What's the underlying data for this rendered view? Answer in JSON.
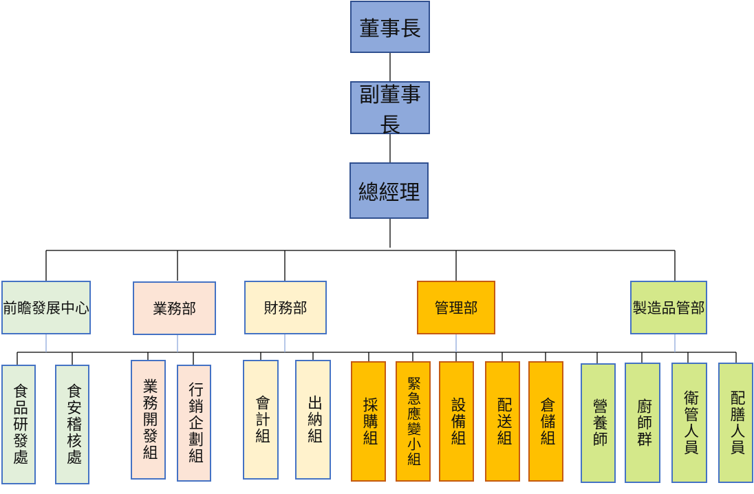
{
  "top": {
    "chairman": "董事長",
    "vice_chairman": "副董事長",
    "general_manager": "總經理"
  },
  "departments": {
    "d1": "前瞻發展中心",
    "d2": "業務部",
    "d3": "財務部",
    "d4": "管理部",
    "d5": "製造品管部"
  },
  "units": {
    "u1": "食品研發處",
    "u2": "食安稽核處",
    "u3": "業務開發組",
    "u4": "行銷企劃組",
    "u5": "會計組",
    "u6": "出納組",
    "u7": "採購組",
    "u8": "緊急應變小組",
    "u9": "設備組",
    "u10": "配送組",
    "u11": "倉儲組",
    "u12": "營養師",
    "u13": "廚師群",
    "u14": "衛管人員",
    "u15": "配膳人員"
  },
  "colors": {
    "top": "#8ea9db",
    "green": "#e2efda",
    "pink": "#fce4d6",
    "cream": "#fff2cc",
    "orange": "#ffc000",
    "lime": "#d4e88a"
  }
}
